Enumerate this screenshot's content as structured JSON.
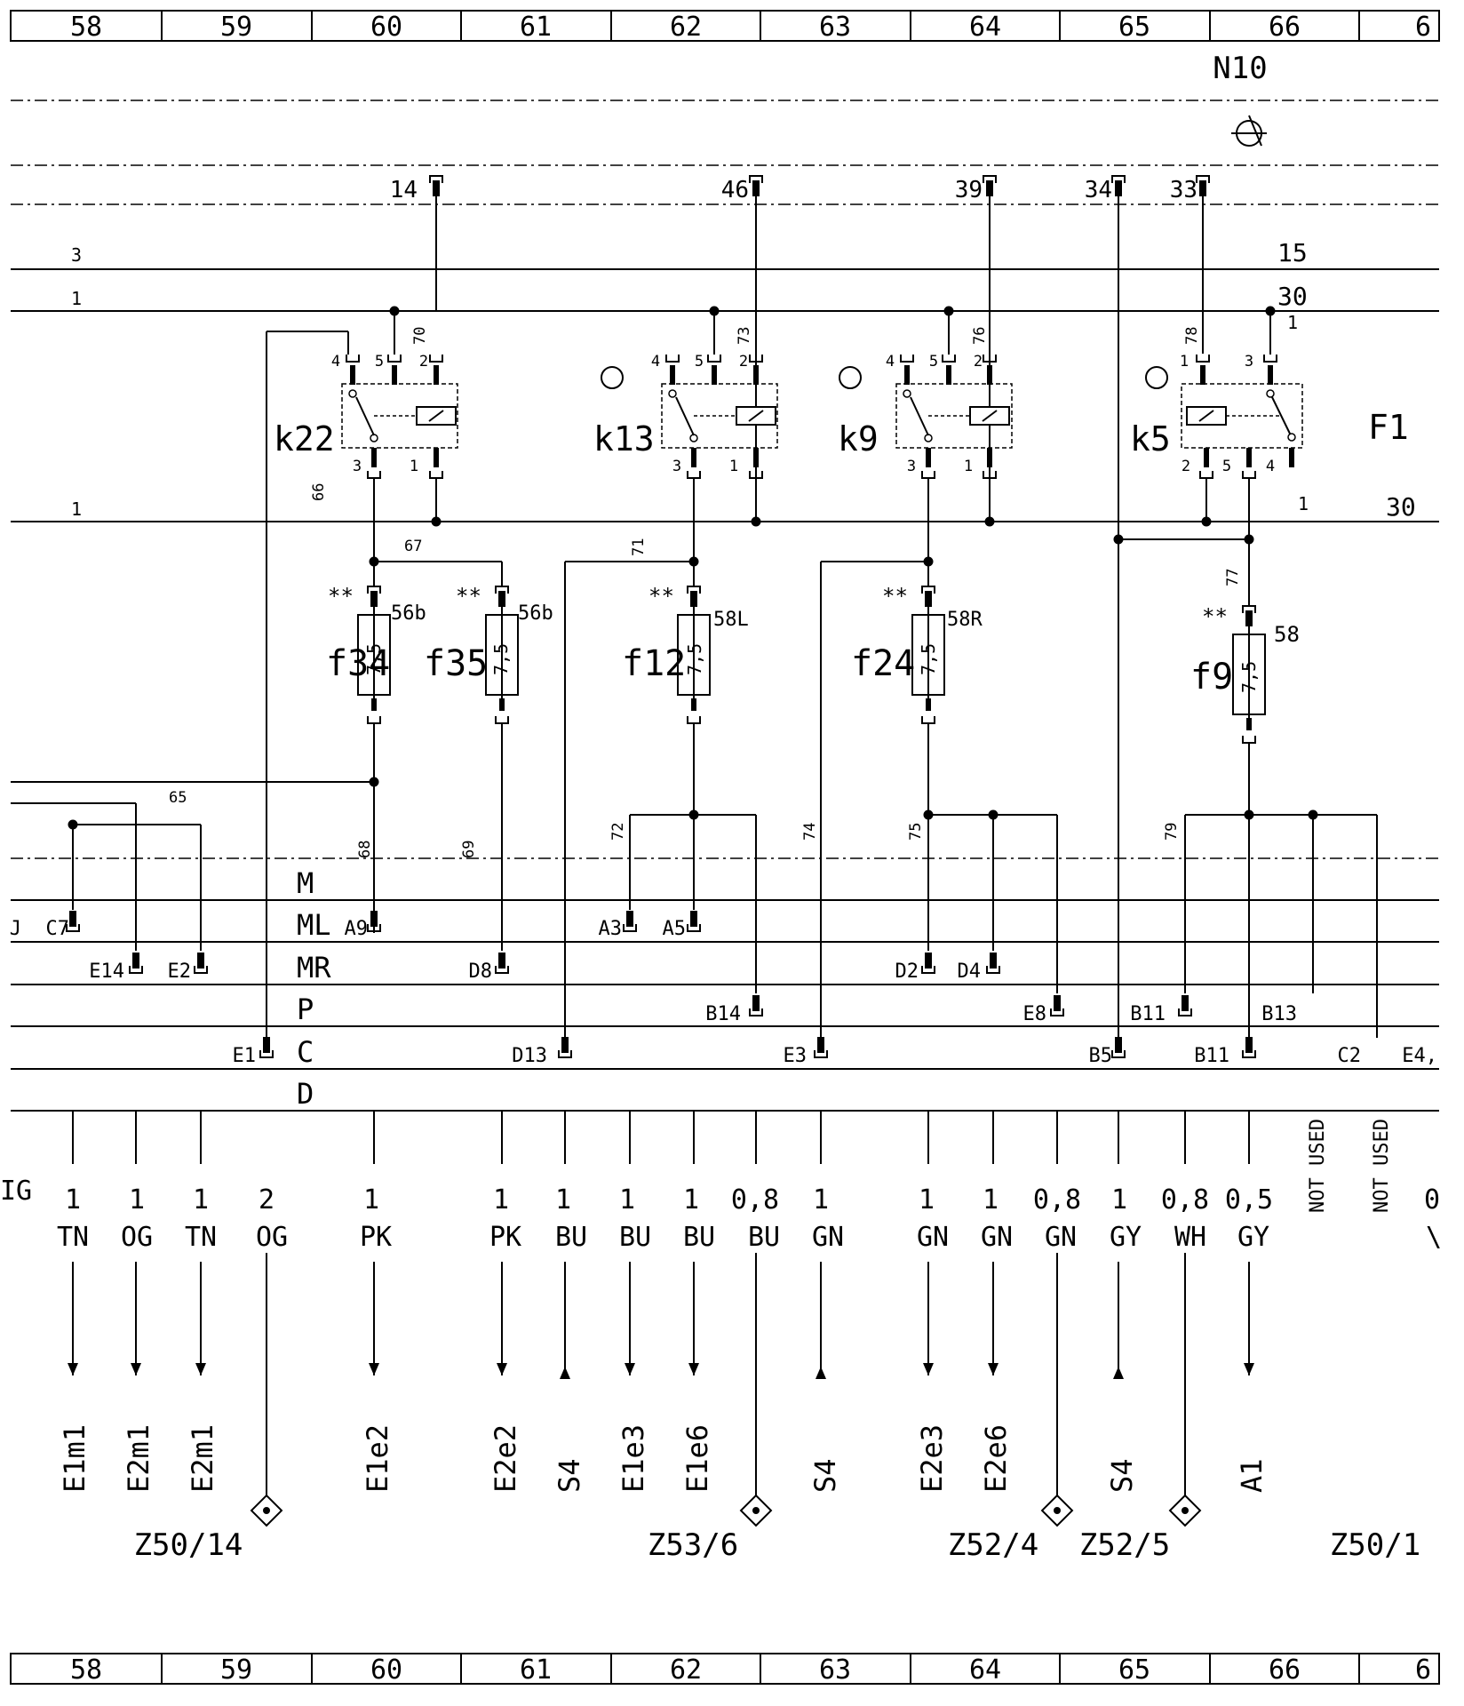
{
  "ruler": [
    "58",
    "59",
    "60",
    "61",
    "62",
    "63",
    "64",
    "65",
    "66",
    "6"
  ],
  "header": {
    "unit": "N10"
  },
  "top_connectors": [
    "14",
    "46",
    "39",
    "34",
    "33"
  ],
  "bus_labels": {
    "b3_left": "3",
    "b3_right": "15",
    "b1_left": "1",
    "b1_right": "30",
    "b1b_left": "1",
    "b1b_right": "30",
    "k5_top_pin": "1",
    "k5_bot_pin": "1"
  },
  "relays": [
    {
      "name": "k22",
      "pins": [
        "4",
        "5",
        "2",
        "3",
        "1"
      ],
      "coil_wire": "70"
    },
    {
      "name": "k13",
      "pins": [
        "4",
        "5",
        "2",
        "3",
        "1"
      ],
      "coil_wire": "73"
    },
    {
      "name": "k9",
      "pins": [
        "4",
        "5",
        "2",
        "3",
        "1"
      ],
      "coil_wire": "76"
    },
    {
      "name": "k5",
      "pins": [
        "1",
        "3",
        "2",
        "5",
        "4"
      ],
      "coil_wire": "78"
    }
  ],
  "f1_label": "F1",
  "wire_numbers": [
    "66",
    "67",
    "71",
    "77",
    "65",
    "68",
    "69",
    "72",
    "74",
    "75",
    "79"
  ],
  "fuses": [
    {
      "name": "f34",
      "rating": "7,5",
      "term": "56b",
      "mark": "**"
    },
    {
      "name": "f35",
      "rating": "7,5",
      "term": "56b",
      "mark": "**"
    },
    {
      "name": "f12",
      "rating": "7,5",
      "term": "58L",
      "mark": "**"
    },
    {
      "name": "f24",
      "rating": "7,5",
      "term": "58R",
      "mark": "**"
    },
    {
      "name": "f9",
      "rating": "7,5",
      "term": "58",
      "mark": "**"
    }
  ],
  "row_labels": [
    "M",
    "ML",
    "MR",
    "P",
    "C",
    "D"
  ],
  "connector_pins": [
    "J",
    "C7",
    "A9",
    "A3",
    "A5",
    "E14",
    "E2",
    "D8",
    "D2",
    "D4",
    "B14",
    "E8",
    "B11",
    "B13",
    "E1",
    "D13",
    "E3",
    "B5",
    "B11",
    "C2",
    "E4,"
  ],
  "not_used": [
    "NOT USED",
    "NOT USED"
  ],
  "wires": [
    {
      "size": "",
      "color": "IG"
    },
    {
      "size": "1",
      "color": "TN"
    },
    {
      "size": "1",
      "color": "OG"
    },
    {
      "size": "1",
      "color": "TN"
    },
    {
      "size": "2",
      "color": "OG"
    },
    {
      "size": "1",
      "color": "PK"
    },
    {
      "size": "1",
      "color": "PK"
    },
    {
      "size": "1",
      "color": "BU"
    },
    {
      "size": "1",
      "color": "BU"
    },
    {
      "size": "1",
      "color": "BU"
    },
    {
      "size": "0,8",
      "color": "BU"
    },
    {
      "size": "1",
      "color": "GN"
    },
    {
      "size": "1",
      "color": "GN"
    },
    {
      "size": "1",
      "color": "GN"
    },
    {
      "size": "0,8",
      "color": "GN"
    },
    {
      "size": "1",
      "color": "GY"
    },
    {
      "size": "0,8",
      "color": "WH"
    },
    {
      "size": "0,5",
      "color": "GY"
    },
    {
      "size": "0",
      "color": "\\"
    }
  ],
  "destinations": [
    "E1m1",
    "E2m1",
    "E2m1",
    "E1e2",
    "E2e2",
    "S4",
    "E1e3",
    "E1e6",
    "S4",
    "E2e3",
    "E2e6",
    "S4",
    "A1"
  ],
  "ground_points": [
    "Z50/14",
    "Z53/6",
    "Z52/4",
    "Z52/5",
    "Z50/1"
  ],
  "colors": {
    "ink": "#000000",
    "paper": "#ffffff"
  }
}
